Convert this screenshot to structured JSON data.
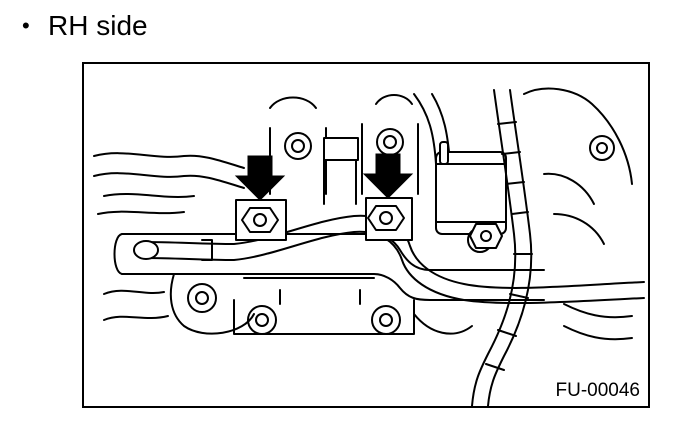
{
  "section": {
    "bullet": "•",
    "heading": "RH side"
  },
  "figure": {
    "label": "FU-00046",
    "callouts": [
      "down-arrow",
      "down-arrow"
    ],
    "line_color": "#000000",
    "fill_color": "#ffffff"
  }
}
